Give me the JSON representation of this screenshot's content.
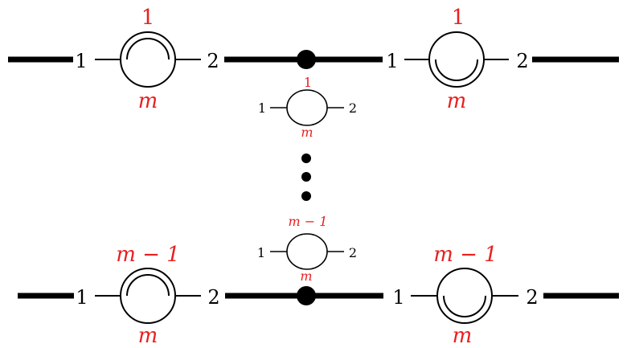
{
  "colors": {
    "ink": "#000000",
    "accent": "#e8201f",
    "background": "#ffffff"
  },
  "top_row": {
    "left_bubble": {
      "in_port": "1",
      "out_port": "2",
      "top_label": "1",
      "bottom_label": "m",
      "double_arc": "upper"
    },
    "right_bubble": {
      "in_port": "1",
      "out_port": "2",
      "top_label": "1",
      "bottom_label": "m",
      "double_arc": "lower"
    }
  },
  "middle_column": {
    "upper_bubble": {
      "in_port": "1",
      "out_port": "2",
      "top_label": "1",
      "bottom_label": "m"
    },
    "ellipsis_dots": 3,
    "lower_bubble": {
      "in_port": "1",
      "out_port": "2",
      "top_label": "m − 1",
      "bottom_label": "m"
    }
  },
  "bottom_row": {
    "left_bubble": {
      "in_port": "1",
      "out_port": "2",
      "top_label": "m − 1",
      "bottom_label": "m",
      "double_arc": "upper"
    },
    "right_bubble": {
      "in_port": "1",
      "out_port": "2",
      "top_label": "m − 1",
      "bottom_label": "m",
      "double_arc": "lower"
    }
  }
}
